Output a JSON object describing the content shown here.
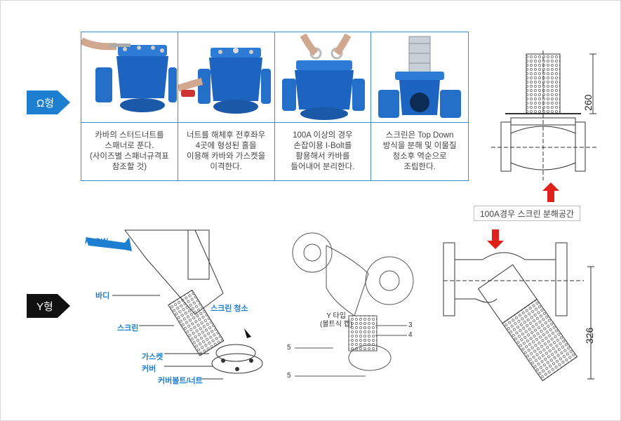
{
  "omega": {
    "label": "Ω형"
  },
  "y": {
    "label": "Y형"
  },
  "steps": [
    {
      "caption_lines": [
        "카바의 스터드너트를",
        "스패너로 푼다.",
        "(사이즈별 스패너규격표",
        "참조할 것)"
      ]
    },
    {
      "caption_lines": [
        "너트를 해체후 전후좌우",
        "4곳에 형성된 홀을",
        "이용해 카바와 가스켓을",
        "이격한다."
      ]
    },
    {
      "caption_lines": [
        "100A 이상의 경우",
        "손잡이용 I-Bolt를",
        "활용해서 카바를",
        "들어내어 분리한다."
      ]
    },
    {
      "caption_lines": [
        "스크린은 Top Down",
        "방식을 분해 및 이물질",
        "청소후 역순으로",
        "조립한다."
      ]
    }
  ],
  "omega_drawing": {
    "dimension": "260"
  },
  "space_note": "100A경우 스크린 분해공간",
  "y_exploded": {
    "flow": "FLOW",
    "labels": {
      "body": "바디",
      "screen_clean": "스크린 청소",
      "screen": "스크린",
      "gasket": "가스켓",
      "cover": "커버",
      "cover_bolt": "커버볼트/너트"
    }
  },
  "y_middle": {
    "title": "Y 타입",
    "subtitle": "(볼트식 캡)",
    "callouts": [
      "3",
      "4",
      "5",
      "5"
    ]
  },
  "y_drawing": {
    "dimension": "326"
  },
  "colors": {
    "blue": "#1e7fd0",
    "dark": "#111111",
    "red": "#e0211b",
    "frame": "#3f8fc8"
  }
}
